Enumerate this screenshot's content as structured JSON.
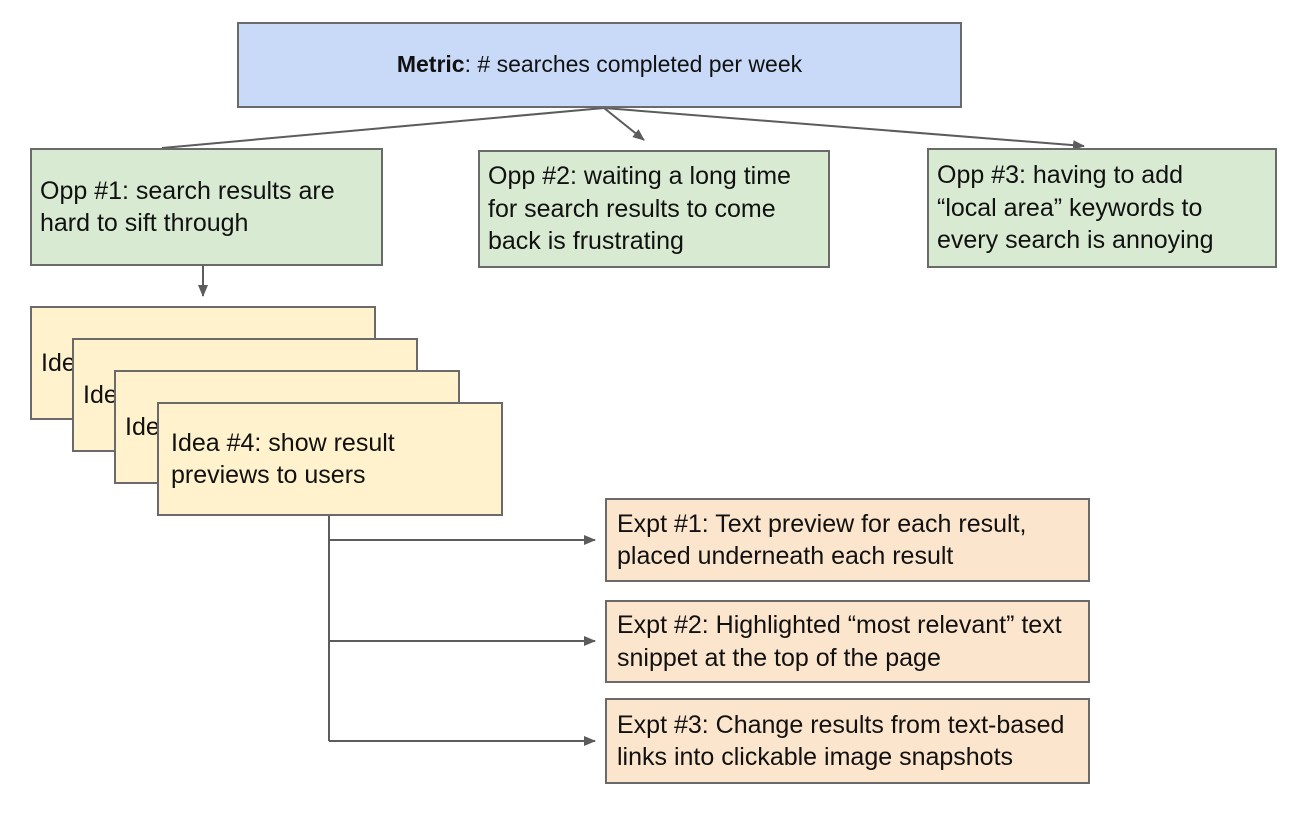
{
  "colors": {
    "metric_fill": "#c9daf8",
    "opp_fill": "#d9ead3",
    "idea_fill": "#fff2cc",
    "expt_fill": "#fce5cd",
    "border_color": "#6a6a6a",
    "connector_color": "#5c5c5c",
    "text_color": "#111111"
  },
  "metric": {
    "bold": "Metric",
    "rest": ": # searches completed per week"
  },
  "opportunities": [
    {
      "id": "opp-1",
      "text": "Opp #1: search results are\nhard to sift through"
    },
    {
      "id": "opp-2",
      "text": "Opp #2: waiting a long time\nfor search results to come\nback is frustrating"
    },
    {
      "id": "opp-3",
      "text": "Opp #3: having to add\n“local area” keywords to\nevery search is annoying"
    }
  ],
  "ideas": {
    "stack": [
      {
        "partial_label": "Ide"
      },
      {
        "partial_label": "Ide"
      },
      {
        "partial_label": "Ide"
      }
    ],
    "front_text": "Idea #4: show result\npreviews to users"
  },
  "experiments": [
    {
      "id": "expt-1",
      "text": "Expt #1: Text preview for each result,\nplaced underneath each result"
    },
    {
      "id": "expt-2",
      "text": "Expt #2: Highlighted “most relevant” text\nsnippet at the top of the page"
    },
    {
      "id": "expt-3",
      "text": "Expt #3: Change results from text-based\nlinks into clickable image snapshots"
    }
  ],
  "edges": [
    {
      "from": "metric",
      "to": "opp-1",
      "arrow": false
    },
    {
      "from": "metric",
      "to": "opp-2",
      "arrow": true
    },
    {
      "from": "metric",
      "to": "opp-3",
      "arrow": true
    },
    {
      "from": "opp-1",
      "to": "idea-stack",
      "arrow": true
    },
    {
      "from": "idea-4",
      "to": "expt-1",
      "arrow": true
    },
    {
      "from": "idea-4",
      "to": "expt-2",
      "arrow": true
    },
    {
      "from": "idea-4",
      "to": "expt-3",
      "arrow": true
    }
  ]
}
